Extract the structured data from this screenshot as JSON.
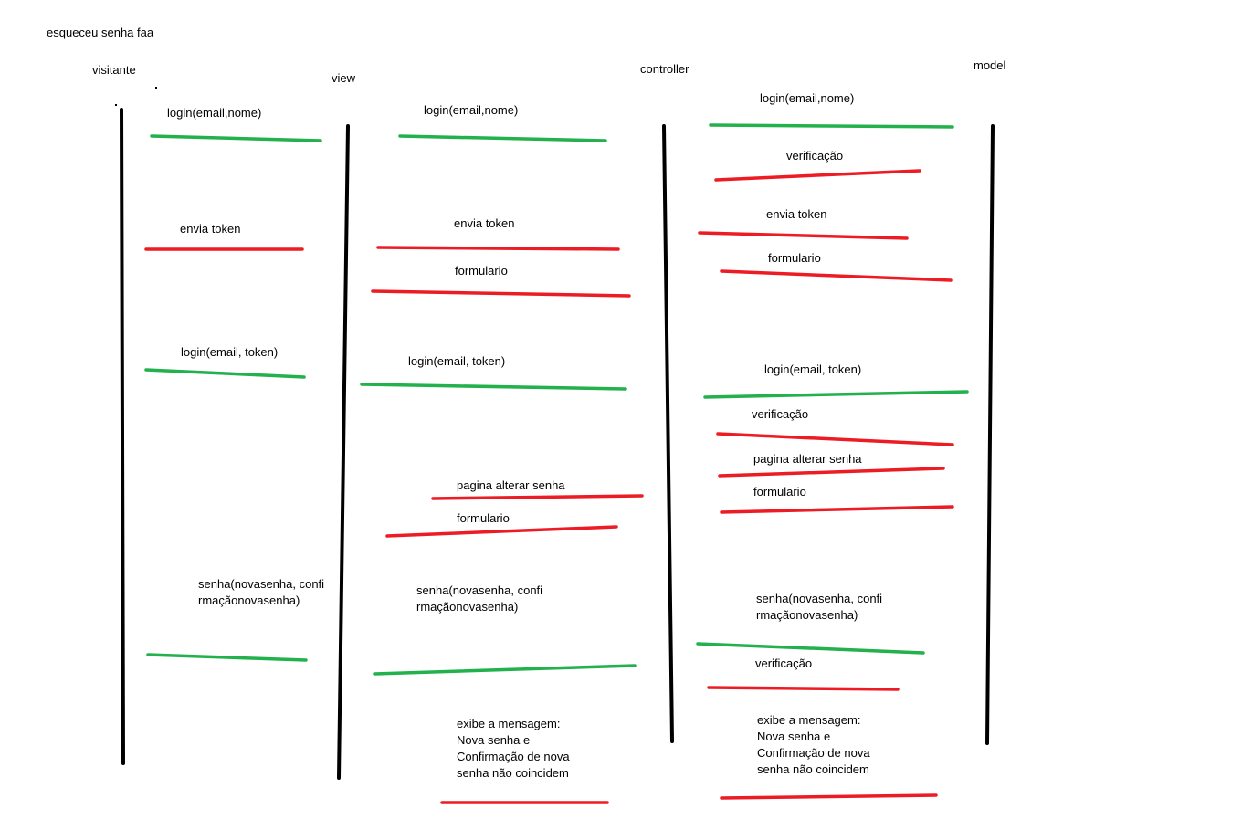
{
  "title": "esqueceu senha faa",
  "actors": {
    "visitante": "visitante",
    "view": "view",
    "controller": "controller",
    "model": "model"
  },
  "colors": {
    "request": "#22b14c",
    "response": "#ed1c24",
    "lifeline": "#000000"
  },
  "messages": {
    "v_login1": "login(email,nome)",
    "v_token": "envia token",
    "v_login2": "login(email, token)",
    "v_senha": "senha(novasenha, confirmaçãonovasenha)",
    "w_login1": "login(email,nome)",
    "w_token": "envia token",
    "w_form1": "formulario",
    "w_login2": "login(email, token)",
    "w_pagina": "pagina alterar senha",
    "w_form2": "formulario",
    "w_senha": "senha(novasenha, confirmaçãonovasenha)",
    "w_msg": "exibe a mensagem: Nova senha e Confirmação de nova senha não coincidem",
    "c_login1": "login(email,nome)",
    "c_verif1": "verificação",
    "c_token": "envia token",
    "c_form1": "formulario",
    "c_login2": "login(email, token)",
    "c_verif2": "verificação",
    "c_pagina": "pagina alterar senha",
    "c_form2": "formulario",
    "c_senha": "senha(novasenha, confirmaçãonovasenha)",
    "c_verif3": "verificação",
    "c_msg": "exibe a mensagem: Nova senha e Confirmação de nova senha não coincidem"
  }
}
